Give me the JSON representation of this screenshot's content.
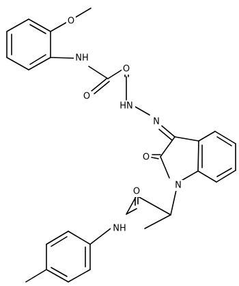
{
  "structure": {
    "atom_labels": {
      "O_methoxy": "O",
      "NH_top": "NH",
      "O_left": "O",
      "O_right": "O",
      "HN_hydrazone": "HN",
      "N_imine": "N",
      "O_lactam": "O",
      "N_ring": "N",
      "O_amide": "O",
      "NH_bottom": "NH"
    },
    "colors": {
      "bond": "#000000",
      "background": "#ffffff"
    }
  }
}
